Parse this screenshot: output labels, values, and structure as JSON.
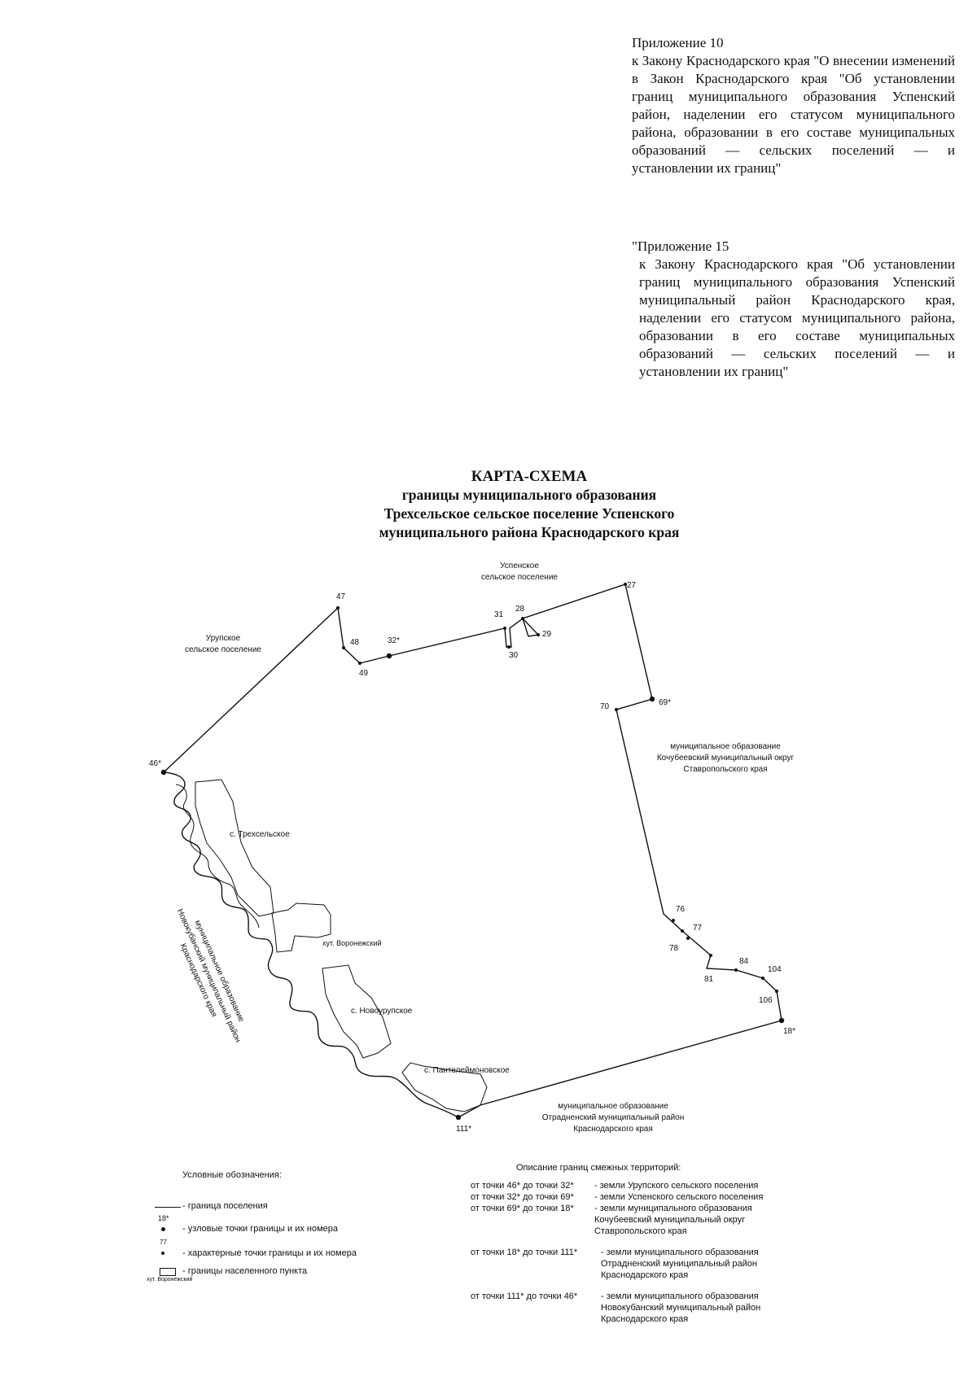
{
  "annex_1": {
    "head": "Приложение 10",
    "body": "к Закону Краснодарского края \"О внесении изменений в Закон Краснодарского края \"Об установлении границ муниципального образования Успенский район, наделении его статусом муниципального района, образовании в его составе муниципальных образований — сельских поселений — и установлении их границ\""
  },
  "annex_2": {
    "head": "\"Приложение 15",
    "body": "к Закону Краснодарского края \"Об установлении границ муниципального образования Успенский муниципальный район Краснодарского края, наделении его статусом муниципального района, образовании в его составе муниципальных образований — сельских поселений — и установлении их границ\""
  },
  "title": {
    "line1": "КАРТА-СХЕМА",
    "line2": "границы муниципального образования",
    "line3": "Трехсельское сельское поселение Успенского",
    "line4": "муниципального района Краснодарского края"
  },
  "map": {
    "neighbors": {
      "uspenskoe": [
        "Успенское",
        "сельское поселение"
      ],
      "urupskoe": [
        "Урупское",
        "сельское поселение"
      ],
      "kochubeevsky": [
        "муниципальное образование",
        "Кочубеевский муниципальный округ",
        "Ставропольского края"
      ],
      "otradnensky": [
        "муниципальное образование",
        "Отрадненский муниципальный район",
        "Краснодарского края"
      ],
      "novokubansky": [
        "муниципальное образование",
        "Новокубанский муниципальный район",
        "Краснодарского края"
      ]
    },
    "settlements": {
      "trehselskoe": "с. Трехсельское",
      "voronezhsky": "хут. Воронежский",
      "novourupskoe": "с. Новоурупское",
      "panteleymonovskoe": "с. Пантелеймоновское"
    },
    "points": [
      "47",
      "48",
      "49",
      "32*",
      "31",
      "28",
      "29",
      "30",
      "27",
      "70",
      "69*",
      "76",
      "77",
      "78",
      "81",
      "84",
      "104",
      "106",
      "18*",
      "111*",
      "46*"
    ]
  },
  "legend": {
    "title": "Условные обозначения:",
    "boundary": "- граница поселения",
    "nodal_sample": "18*",
    "nodal": "- узловые точки границы и их номера",
    "char_sample": "77",
    "characteristic": "- характерные точки границы и их номера",
    "settlement": "- границы населенного пункта",
    "settlement_sample": "хут. Воронежский"
  },
  "description": {
    "title": "Описание границ смежных территорий:",
    "rows": [
      {
        "from": "от точки 46* до точки 32*",
        "what": "- земли Урупского сельского поселения"
      },
      {
        "from": "от точки 32* до точки 69*",
        "what": "- земли Успенского сельского поселения"
      },
      {
        "from": "от точки 69* до точки 18*",
        "what": "- земли муниципального образования Кочубеевский муниципальный округ Ставропольского края"
      },
      {
        "from": "от точки 18* до точки 111*",
        "what": "- земли муниципального образования Отрадненский муниципальный район Краснодарского края"
      },
      {
        "from": "от точки 111* до точки 46*",
        "what": "- земли муниципального образования Новокубанский муниципальный район Краснодарского края"
      }
    ]
  }
}
